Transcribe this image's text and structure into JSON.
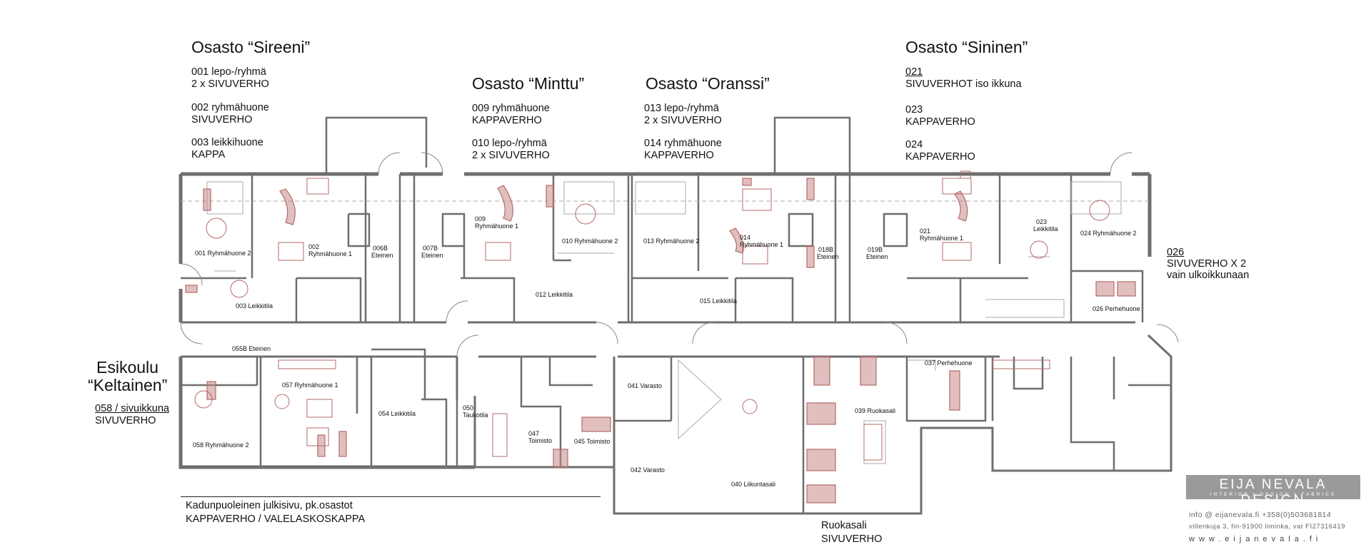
{
  "titles": {
    "sireeni": "Osasto “Sireeni”",
    "minttu": "Osasto “Minttu”",
    "oranssi": "Osasto “Oranssi”",
    "sininen": "Osasto “Sininen”",
    "esikoulu_1": "Esikoulu",
    "esikoulu_2": "“Keltainen”"
  },
  "notes": {
    "s001_a": "001 lepo-/ryhmä",
    "s001_b": "2 x SIVUVERHO",
    "s002_a": "002 ryhmähuone",
    "s002_b": "SIVUVERHO",
    "s003_a": "003 leikkihuone",
    "s003_b": "KAPPA",
    "m009_a": "009 ryhmähuone",
    "m009_b": "KAPPAVERHO",
    "m010_a": "010 lepo-/ryhmä",
    "m010_b": "2 x SIVUVERHO",
    "o013_a": "013 lepo-/ryhmä",
    "o013_b": "2 x SIVUVERHO",
    "o014_a": "014 ryhmähuone",
    "o014_b": "KAPPAVERHO",
    "n021_a": "021",
    "n021_b": "SIVUVERHOT iso ikkuna",
    "n023_a": "023",
    "n023_b": "KAPPAVERHO",
    "n024_a": "024",
    "n024_b": "KAPPAVERHO",
    "n026_a": "026",
    "n026_b": "SIVUVERHO X 2",
    "n026_c": "vain ulkoikkunaan",
    "e058_a": "058 / sivuikkuna",
    "e058_b": "SIVUVERHO",
    "street_a": "Kadunpuoleinen julkisivu, pk.osastot",
    "street_b": "KAPPAVERHO / VALELASKOSKAPPA",
    "ruoka_a": "Ruokasali",
    "ruoka_b": "SIVUVERHO"
  },
  "rooms": {
    "r001": "001 Ryhmähuone 2",
    "r002a": "002",
    "r002b": "Ryhmähuone 1",
    "r003": "003 Leikkitila",
    "r006a": "006B",
    "r006b": "Eteinen",
    "r007a": "007B",
    "r007b": "Eteinen",
    "r009a": "009",
    "r009b": "Ryhmähuone 1",
    "r010": "010 Ryhmähuone 2",
    "r012": "012 Leikkitila",
    "r013": "013 Ryhmähuone 2",
    "r014a": "014",
    "r014b": "Ryhmähuone 1",
    "r015": "015 Leikkitila",
    "r018a": "018B",
    "r018b": "Eteinen",
    "r019a": "019B",
    "r019b": "Eteinen",
    "r021a": "021",
    "r021b": "Ryhmähuone 1",
    "r023a": "023",
    "r023b": "Leikkitila",
    "r024": "024 Ryhmähuone 2",
    "r026": "026 Perhehuone",
    "r055": "055B Eteinen",
    "r057": "057 Ryhmähuone 1",
    "r054": "054 Leikkitila",
    "r058": "058 Ryhmähuone 2",
    "r050a": "050",
    "r050b": "Taukotila",
    "r047a": "047",
    "r047b": "Toimisto",
    "r045": "045 Toimisto",
    "r041": "041 Varasto",
    "r042": "042 Varasto",
    "r040": "040 Liikuntasali",
    "r039": "039 Ruokasali",
    "r037": "037 Perhehuone"
  },
  "brand": {
    "name": "EIJA NEVALA DESIGN",
    "tagline": "INTERIOR • DESIGN • FABRICS",
    "contact_1": "info @ eijanevala.fi   +358(0)503681814",
    "contact_2": "villenkuja 3, fin-91900 liminka, vat FI27316419",
    "web": "www.eijanevala.fi"
  },
  "colors": {
    "wall": "#6e6e6e",
    "furniture": "#b46a6a",
    "furniture_fill": "#c98a8a",
    "brand_box": "#9a9a9a"
  }
}
